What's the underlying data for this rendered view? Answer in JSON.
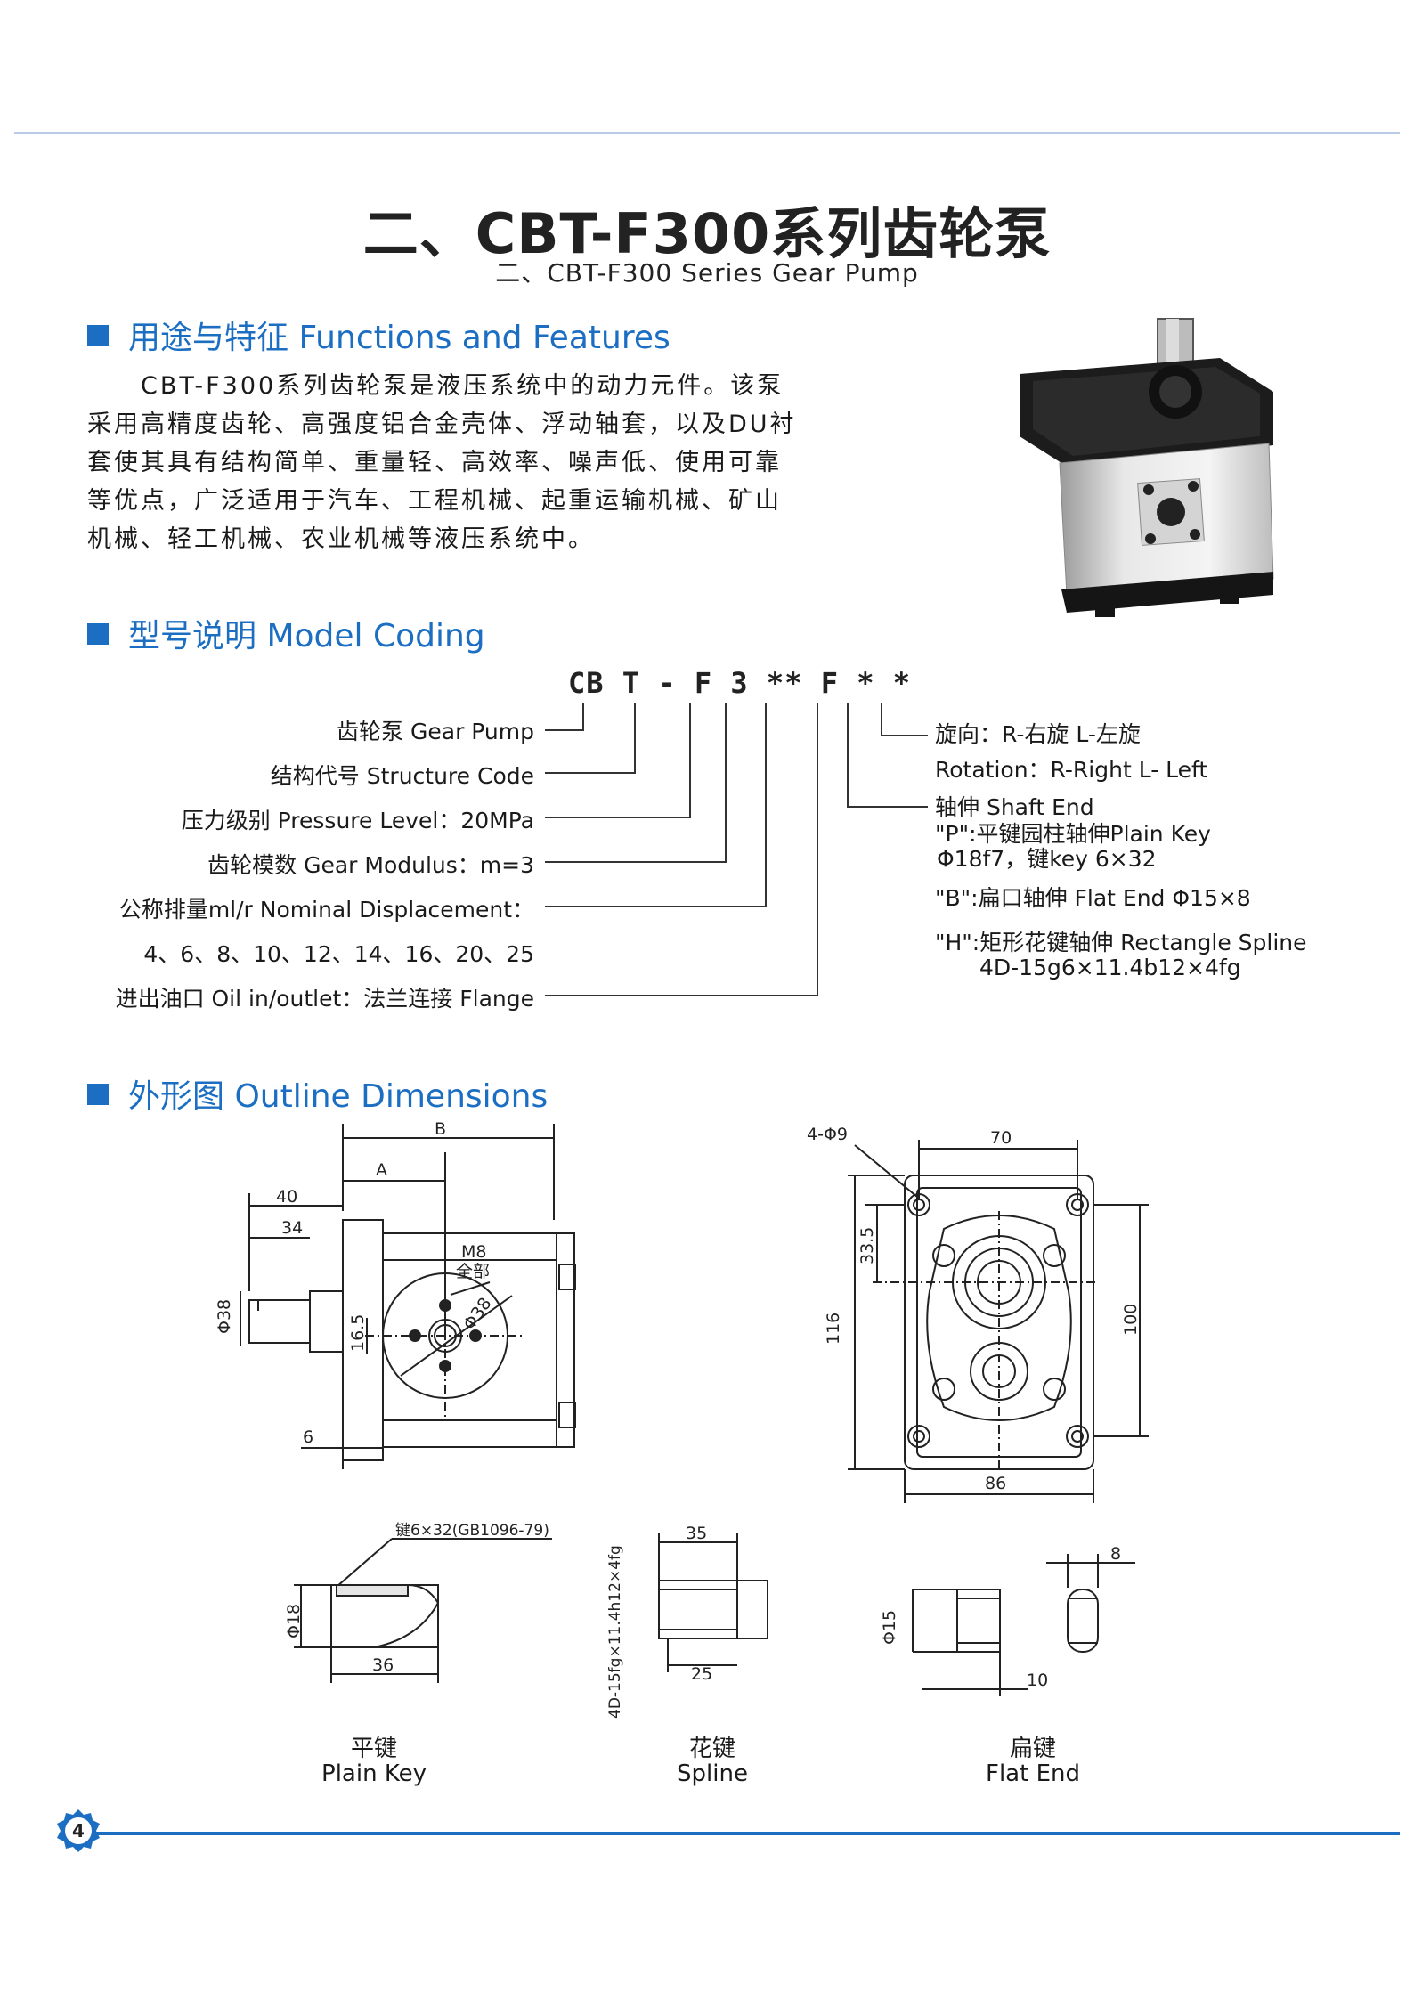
{
  "header": {
    "title": "二、CBT-F300系列齿轮泵",
    "subtitle": "二、CBT-F300 Series Gear Pump"
  },
  "functions": {
    "heading": "用途与特征 Functions and Features",
    "lines": [
      "　　CBT-F300系列齿轮泵是液压系统中的动力元件。该泵",
      "采用高精度齿轮、高强度铝合金壳体、浮动轴套，以及DU衬",
      "套使其具有结构简单、重量轻、高效率、噪声低、使用可靠",
      "等优点，广泛适用于汽车、工程机械、起重运输机械、矿山",
      "机械、轻工机械、农业机械等液压系统中。"
    ]
  },
  "model_coding": {
    "heading": "型号说明 Model Coding",
    "code": "CB T - F 3 ** F * *",
    "left_labels": [
      "齿轮泵 Gear Pump",
      "结构代号 Structure Code",
      "压力级别 Pressure Level：20MPa",
      "齿轮模数 Gear Modulus：m=3",
      "公称排量ml/r Nominal Displacement：",
      "4、6、8、10、12、14、16、20、25",
      "进出油口 Oil in/outlet：法兰连接 Flange"
    ],
    "right_labels": [
      "旋向：R-右旋  L-左旋",
      "Rotation：R-Right  L- Left",
      "轴伸 Shaft End",
      "\"P\":平键园柱轴伸Plain Key",
      "Φ18f7，键key 6×32",
      "\"B\":扁口轴伸 Flat End Φ15×8",
      "\"H\":矩形花键轴伸 Rectangle Spline",
      "4D-15g6×11.4b12×4fg"
    ]
  },
  "outline": {
    "heading": "外形图 Outline Dimensions",
    "side_view": {
      "dim_B": "B",
      "dim_A": "A",
      "dim_40": "40",
      "dim_34": "34",
      "dim_M8": "M8",
      "dim_all": "全部",
      "dim_phi38": "Φ38",
      "dim_phi38_shaft": "Φ38",
      "dim_16_5": "16.5",
      "dim_6": "6"
    },
    "front_view": {
      "dim_holes": "4-Φ9",
      "dim_70": "70",
      "dim_33_5": "33.5",
      "dim_116": "116",
      "dim_100": "100",
      "dim_86": "86"
    },
    "plain_key": {
      "key_note": "键6×32(GB1096-79)",
      "dim_phi18": "Φ18",
      "dim_36": "36",
      "caption_cn": "平键",
      "caption_en": "Plain Key"
    },
    "spline": {
      "spec": "4D-15fg×11.4h12×4fg",
      "dim_35": "35",
      "dim_25": "25",
      "caption_cn": "花键",
      "caption_en": "Spline"
    },
    "flat_end": {
      "dim_phi15": "Φ15",
      "dim_10": "10",
      "dim_8": "8",
      "caption_cn": "扁键",
      "caption_en": "Flat End"
    }
  },
  "footer": {
    "page_number": "4"
  },
  "colors": {
    "accent": "#1b6ec2",
    "rule": "#b9cbe6",
    "text": "#1a1a1a"
  }
}
